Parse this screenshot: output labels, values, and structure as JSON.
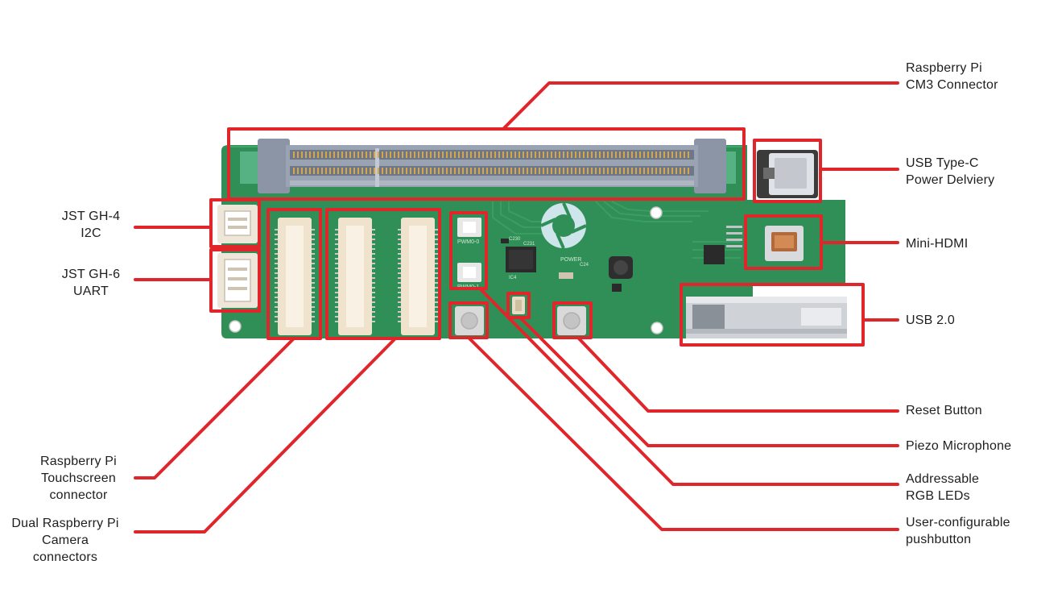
{
  "diagram": {
    "accent_color": "#e0262b",
    "board_color": "#2f8f56",
    "labels": {
      "cm3": "Raspberry Pi\nCM3 Connector",
      "usbc": "USB Type-C\nPower Delviery",
      "hdmi": "Mini-HDMI",
      "usb2": "USB 2.0",
      "reset": "Reset Button",
      "piezo": "Piezo Microphone",
      "rgb": "Addressable\nRGB LEDs",
      "pushbutton": "User-configurable\npushbutton",
      "jst4": "JST GH-4\nI2C",
      "jst6": "JST GH-6\nUART",
      "touch": "Raspberry Pi \nTouchscreen\nconnector",
      "camera": "Dual Raspberry Pi\nCamera\nconnectors"
    },
    "silkscreen": {
      "pwm0": "PWM0-0",
      "pwm1": "PWM0-1",
      "power": "POWER",
      "c230": "C230",
      "c231": "C231",
      "ic4": "IC4",
      "c24": "C24"
    }
  }
}
